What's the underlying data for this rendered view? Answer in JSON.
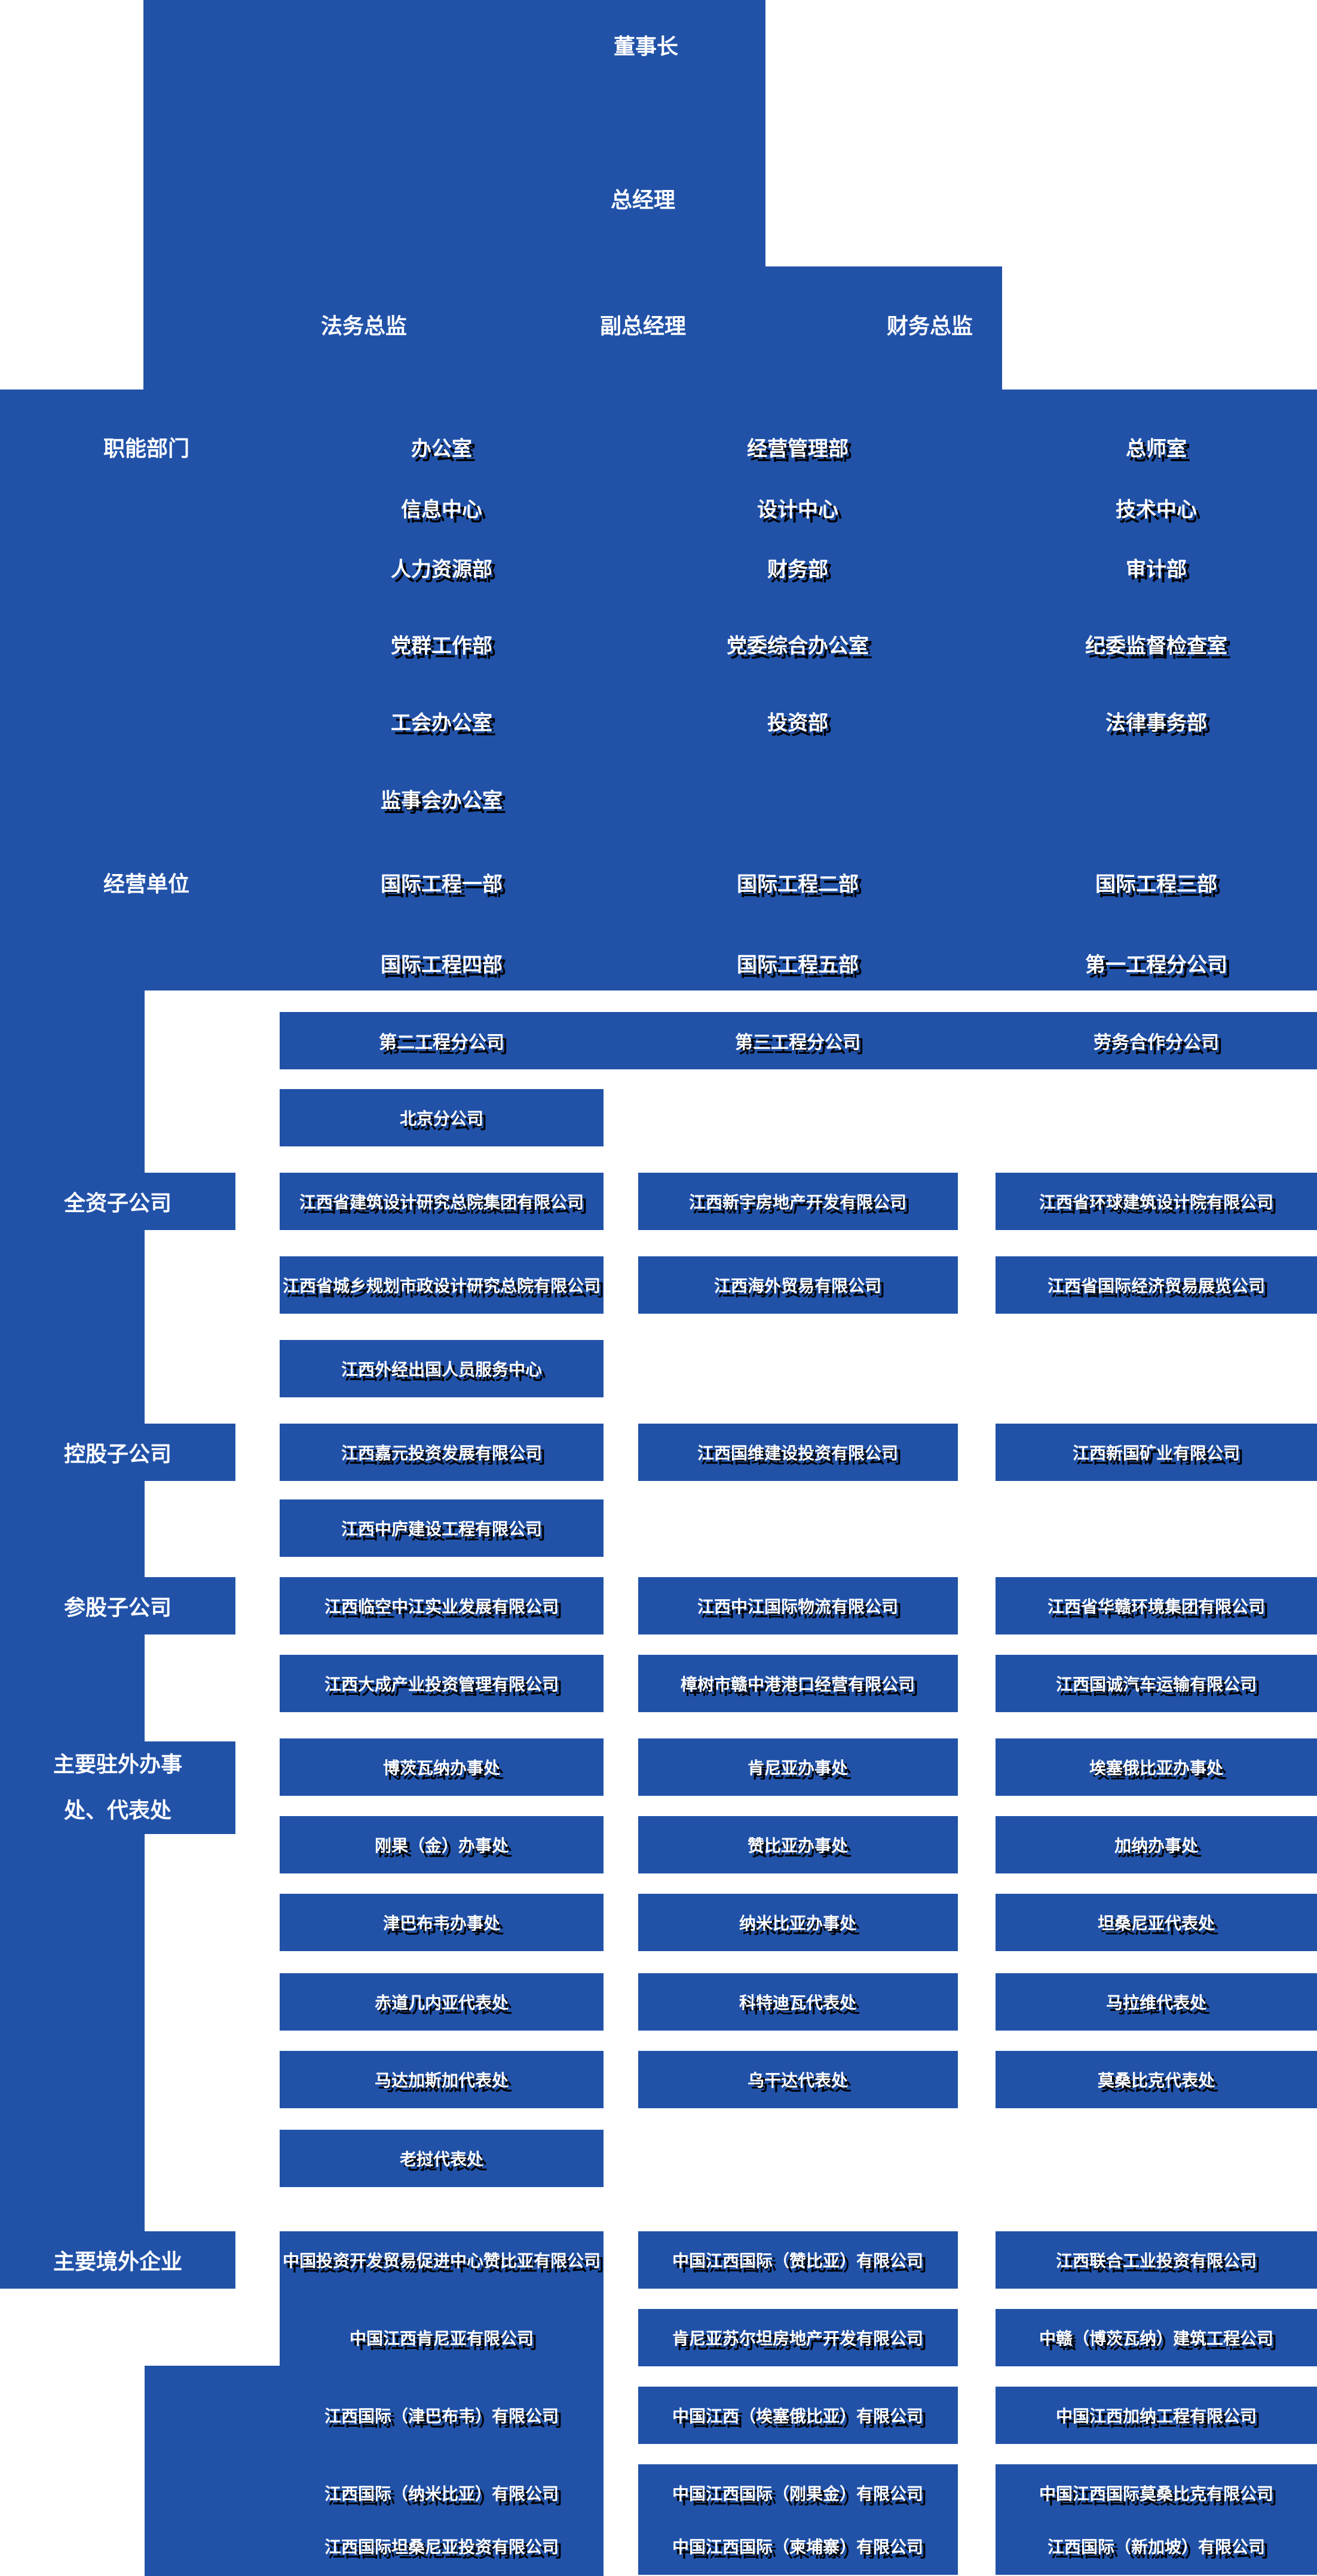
{
  "colors": {
    "accent": "#2152a8",
    "text_light": "#ffffff",
    "text_dark": "#000000"
  },
  "top": {
    "chairman": "董事长",
    "general_manager": "总经理",
    "legal_director": "法务总监",
    "deputy_general_manager": "副总经理",
    "finance_director": "财务总监"
  },
  "sections": [
    {
      "label": "职能部门",
      "rows": [
        [
          "办公室",
          "经营管理部",
          "总师室"
        ],
        [
          "信息中心",
          "设计中心",
          "技术中心"
        ],
        [
          "人力资源部",
          "财务部",
          "审计部"
        ],
        [
          "党群工作部",
          "党委综合办公室",
          "纪委监督检查室"
        ],
        [
          "工会办公室",
          "投资部",
          "法律事务部"
        ],
        [
          "监事会办公室",
          "",
          ""
        ]
      ]
    },
    {
      "label": "经营单位",
      "rows": [
        [
          "国际工程一部",
          "国际工程二部",
          "国际工程三部"
        ],
        [
          "国际工程四部",
          "国际工程五部",
          "第一工程分公司"
        ],
        [
          "第二工程分公司",
          "第三工程分公司",
          "劳务合作分公司"
        ],
        [
          "北京分公司",
          "",
          ""
        ]
      ]
    },
    {
      "label": "全资子公司",
      "rows": [
        [
          "江西省建筑设计研究总院集团有限公司",
          "江西新宇房地产开发有限公司",
          "江西省环球建筑设计院有限公司"
        ],
        [
          "江西省城乡规划市政设计研究总院有限公司",
          "江西海外贸易有限公司",
          "江西省国际经济贸易展览公司"
        ],
        [
          "江西外经出国人员服务中心",
          "",
          ""
        ]
      ]
    },
    {
      "label": "控股子公司",
      "rows": [
        [
          "江西嘉元投资发展有限公司",
          "江西国维建设投资有限公司",
          "江西新国矿业有限公司"
        ],
        [
          "江西中庐建设工程有限公司",
          "",
          ""
        ]
      ]
    },
    {
      "label": "参股子公司",
      "rows": [
        [
          "江西临空中江实业发展有限公司",
          "江西中江国际物流有限公司",
          "江西省华赣环境集团有限公司"
        ],
        [
          "江西大成产业投资管理有限公司",
          "樟树市赣中港港口经营有限公司",
          "江西国诚汽车运输有限公司"
        ]
      ]
    },
    {
      "label": "主要驻外办事处、代表处",
      "rows": [
        [
          "博茨瓦纳办事处",
          "肯尼亚办事处",
          "埃塞俄比亚办事处"
        ],
        [
          "刚果（金）办事处",
          "赞比亚办事处",
          "加纳办事处"
        ],
        [
          "津巴布韦办事处",
          "纳米比亚办事处",
          "坦桑尼亚代表处"
        ],
        [
          "赤道几内亚代表处",
          "科特迪瓦代表处",
          "马拉维代表处"
        ],
        [
          "马达加斯加代表处",
          "乌干达代表处",
          "莫桑比克代表处"
        ],
        [
          "老挝代表处",
          "",
          ""
        ]
      ]
    },
    {
      "label": "主要境外企业",
      "rows": [
        [
          "中国投资开发贸易促进中心赞比亚有限公司",
          "中国江西国际（赞比亚）有限公司",
          "江西联合工业投资有限公司"
        ],
        [
          "中国江西肯尼亚有限公司",
          "肯尼亚苏尔坦房地产开发有限公司",
          "中赣（博茨瓦纳）建筑工程公司"
        ],
        [
          "江西国际（津巴布韦）有限公司",
          "中国江西（埃塞俄比亚）有限公司",
          "中国江西加纳工程有限公司"
        ],
        [
          "江西国际（纳米比亚）有限公司",
          "中国江西国际（刚果金）有限公司",
          "中国江西国际莫桑比克有限公司"
        ],
        [
          "江西国际坦桑尼亚投资有限公司",
          "中国江西国际（柬埔寨）有限公司",
          "江西国际（新加坡）有限公司"
        ]
      ]
    }
  ]
}
